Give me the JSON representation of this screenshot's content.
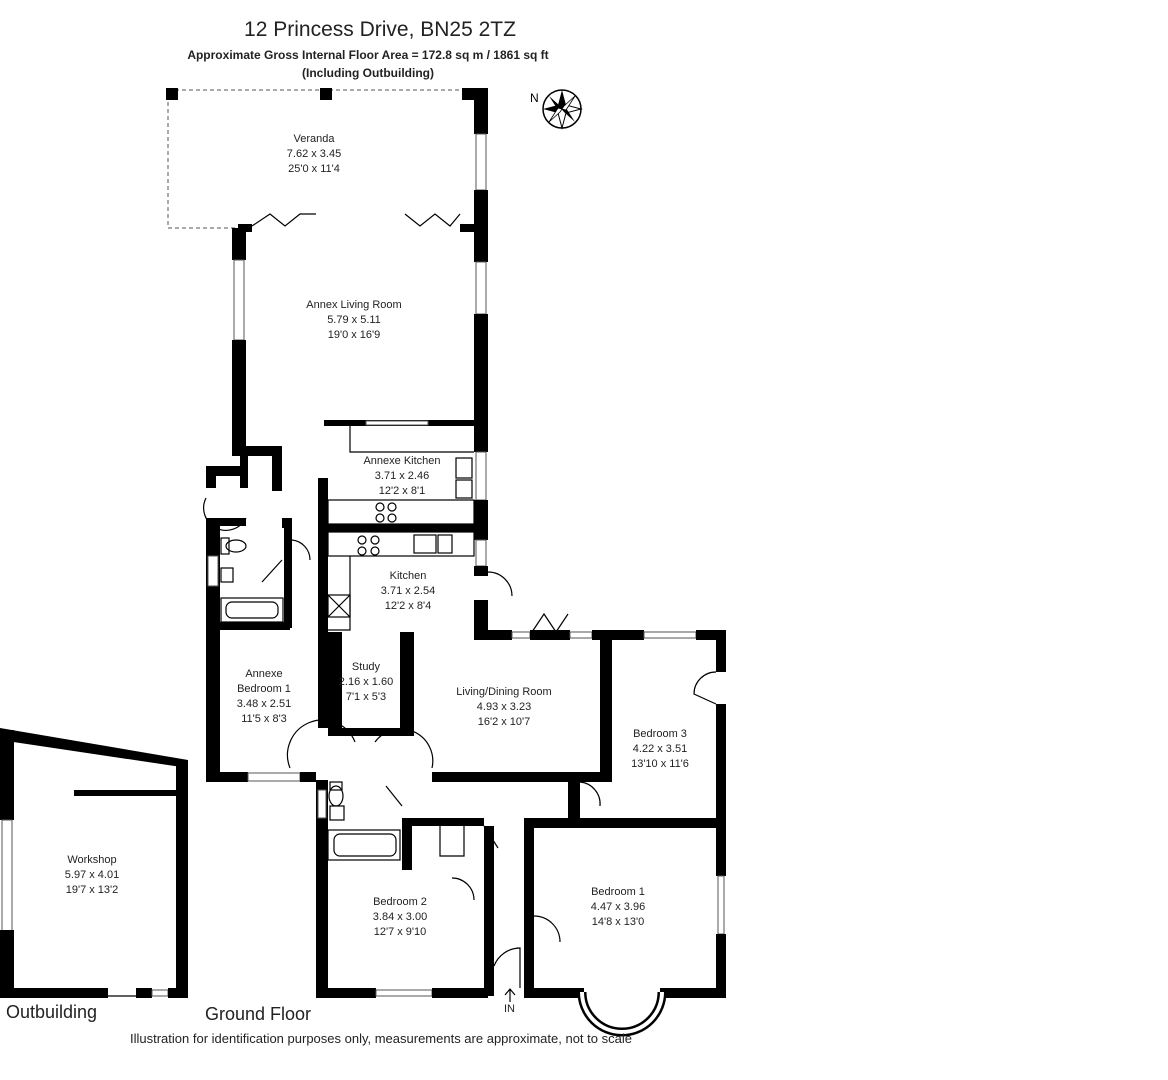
{
  "header": {
    "title": "12 Princess Drive, BN25 2TZ",
    "area_line": "Approximate Gross Internal Floor Area = 172.8 sq m / 1861 sq ft",
    "note_line": "(Including Outbuilding)"
  },
  "compass": {
    "label": "N",
    "icon": "compass-rose-icon"
  },
  "rooms": [
    {
      "id": "veranda",
      "name": "Veranda",
      "metric": "7.62 x 3.45",
      "imperial": "25'0 x 11'4"
    },
    {
      "id": "annex-living",
      "name": "Annex Living Room",
      "metric": "5.79 x 5.11",
      "imperial": "19'0 x 16'9"
    },
    {
      "id": "annexe-kitchen",
      "name": "Annexe Kitchen",
      "metric": "3.71 x 2.46",
      "imperial": "12'2 x 8'1"
    },
    {
      "id": "kitchen",
      "name": "Kitchen",
      "metric": "3.71 x 2.54",
      "imperial": "12'2 x 8'4"
    },
    {
      "id": "annexe-bedroom-1",
      "name": "Annexe",
      "name2": "Bedroom 1",
      "metric": "3.48 x 2.51",
      "imperial": "11'5 x 8'3"
    },
    {
      "id": "study",
      "name": "Study",
      "metric": "2.16 x 1.60",
      "imperial": "7'1 x 5'3"
    },
    {
      "id": "living-dining",
      "name": "Living/Dining Room",
      "metric": "4.93 x 3.23",
      "imperial": "16'2 x 10'7"
    },
    {
      "id": "bedroom-3",
      "name": "Bedroom 3",
      "metric": "4.22 x 3.51",
      "imperial": "13'10 x 11'6"
    },
    {
      "id": "bedroom-2",
      "name": "Bedroom 2",
      "metric": "3.84 x 3.00",
      "imperial": "12'7 x 9'10"
    },
    {
      "id": "bedroom-1",
      "name": "Bedroom 1",
      "metric": "4.47 x 3.96",
      "imperial": "14'8 x 13'0"
    },
    {
      "id": "workshop",
      "name": "Workshop",
      "metric": "5.97 x 4.01",
      "imperial": "19'7 x 13'2"
    }
  ],
  "labels": {
    "entrance": "IN",
    "floor": "Ground Floor",
    "outbuilding": "Outbuilding"
  },
  "footer": "Illustration for identification purposes only, measurements are approximate, not to scale"
}
